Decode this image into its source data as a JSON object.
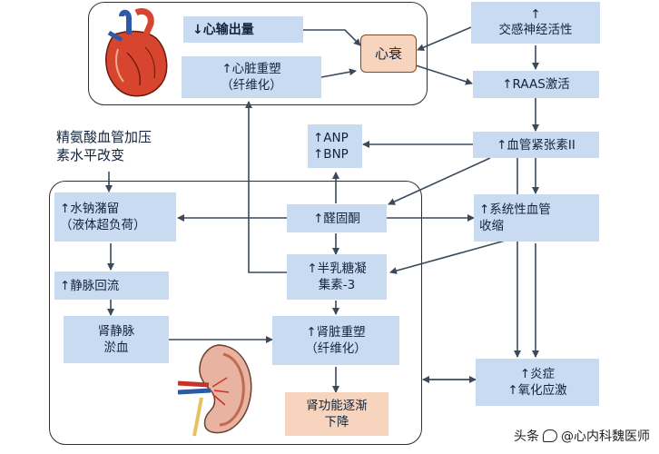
{
  "nodes": {
    "cardiac_output": "↓心输出量",
    "cardiac_remodel": "↑心脏重塑\n（纤维化）",
    "heart_failure": "心衰",
    "sympathetic": "↑\n交感神经活性",
    "raas": "↑RAAS激活",
    "avp": "精氨酸血管加压\n素水平改变",
    "anp_bnp": "↑ANP\n↑BNP",
    "angiotensin": "↑血管紧张素II",
    "sodium_retention": "↑水钠潴留\n（液体超负荷）",
    "aldosterone": "↑醛固酮",
    "vasoconstriction": "↑系统性血管\n收缩",
    "galectin": "↑半乳糖凝\n集素-3",
    "venous_return": "↑静脉回流",
    "renal_congestion": "肾静脉\n淤血",
    "renal_remodel": "↑肾脏重塑\n（纤维化）",
    "inflammation": "↑炎症\n↑氧化应激",
    "renal_decline": "肾功能逐渐\n下降"
  },
  "watermark": {
    "prefix": "头条",
    "handle": "@心内科魏医师"
  },
  "colors": {
    "box_fill": "#c9dbf0",
    "accent_fill": "#f7d4bd",
    "line": "#3a4a5a"
  },
  "icons": [
    "heart-illustration",
    "kidney-illustration"
  ]
}
